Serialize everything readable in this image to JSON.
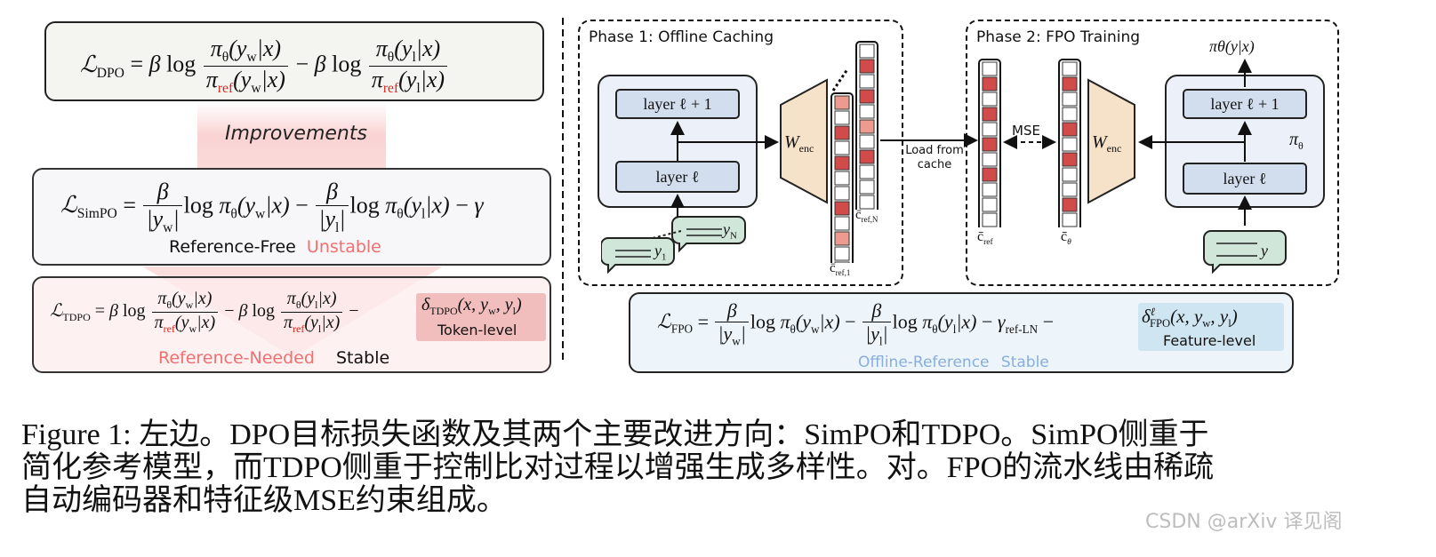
{
  "left_panel": {
    "improvements_label": "Improvements",
    "simpo_note_free": "Reference-Free",
    "simpo_note_unstable": "Unstable",
    "tdpo_token_label": "Token-level",
    "tdpo_note_needed": "Reference-Needed",
    "tdpo_note_stable": "Stable"
  },
  "phase1": {
    "title": "Phase 1: Offline Caching",
    "layer_upper": "layer ℓ + 1",
    "layer_lower": "layer ℓ",
    "encoder": "W",
    "encoder_sub": "enc",
    "cache_first": "c̄",
    "cache_first_sub": "ref,1",
    "cache_last": "c̄",
    "cache_last_sub": "ref,N",
    "bubble_1": "y",
    "bubble_1_sub": "1",
    "bubble_n": "y",
    "bubble_n_sub": "N"
  },
  "load_label_1": "Load from",
  "load_label_2": "cache",
  "phase2": {
    "title": "Phase 2: FPO Training",
    "mse_label": "MSE",
    "cref_label": "c̄",
    "cref_sub": "ref",
    "ctheta_label": "c̄",
    "ctheta_sub": "θ",
    "encoder": "W",
    "encoder_sub": "enc",
    "layer_upper": "layer ℓ + 1",
    "layer_lower": "layer ℓ",
    "policy_label": "π",
    "policy_sub": "θ",
    "output_label": "πθ(y|x)",
    "bubble": "y"
  },
  "fpo_box": {
    "feature_label": "Feature-level",
    "note_offline": "Offline-Reference",
    "note_stable": "Stable"
  },
  "caption": {
    "line1": "Figure 1: 左边。DPO目标损失函数及其两个主要改进方向：SimPO和TDPO。SimPO侧重于",
    "line2": "简化参考模型，而TDPO侧重于控制比对过程以增强生成多样性。对。FPO的流水线由稀疏",
    "line3": "自动编码器和特征级MSE约束组成。"
  },
  "watermark": "CSDN @arXiv 译见阁",
  "colors": {
    "cache_red": "#d24b4b",
    "cache_pink": "#ed9b8f",
    "encoder_fill": "#f5e2c8",
    "block_fill": "#ecf0f8",
    "layer_fill": "#d2deee",
    "bubble_fill": "#cfe6d8",
    "fpo_fill": "#eef5fa",
    "tdpo_fill": "#fdeded",
    "highlight_red": "#f2bdbd",
    "highlight_blue": "#cfe6f2",
    "note_red": "#f07070",
    "note_blue": "#86aede"
  }
}
